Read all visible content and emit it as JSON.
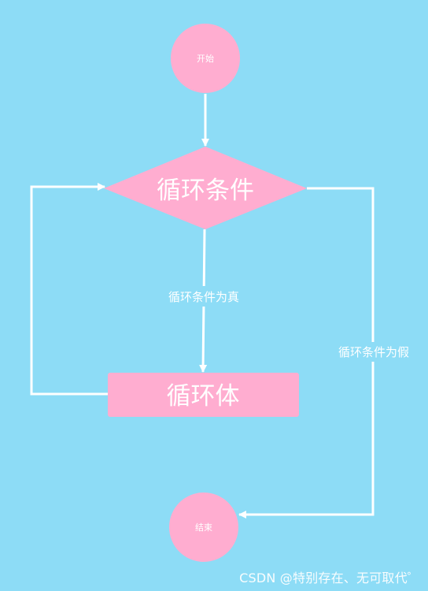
{
  "colors": {
    "background": "#8ddcf6",
    "node_fill": "#ffadd0",
    "connector": "#ffffff",
    "text": "#ffffff"
  },
  "diagram": {
    "nodes": {
      "start": {
        "label": "开始",
        "shape": "circle"
      },
      "condition": {
        "label": "循环条件",
        "shape": "diamond"
      },
      "body": {
        "label": "循环体",
        "shape": "rectangle"
      },
      "end": {
        "label": "结束",
        "shape": "circle"
      }
    },
    "edges": {
      "true_label": "循环条件为真",
      "false_label": "循环条件为假"
    }
  },
  "watermark": {
    "text": "CSDN @特别存在、无可取代゜"
  }
}
